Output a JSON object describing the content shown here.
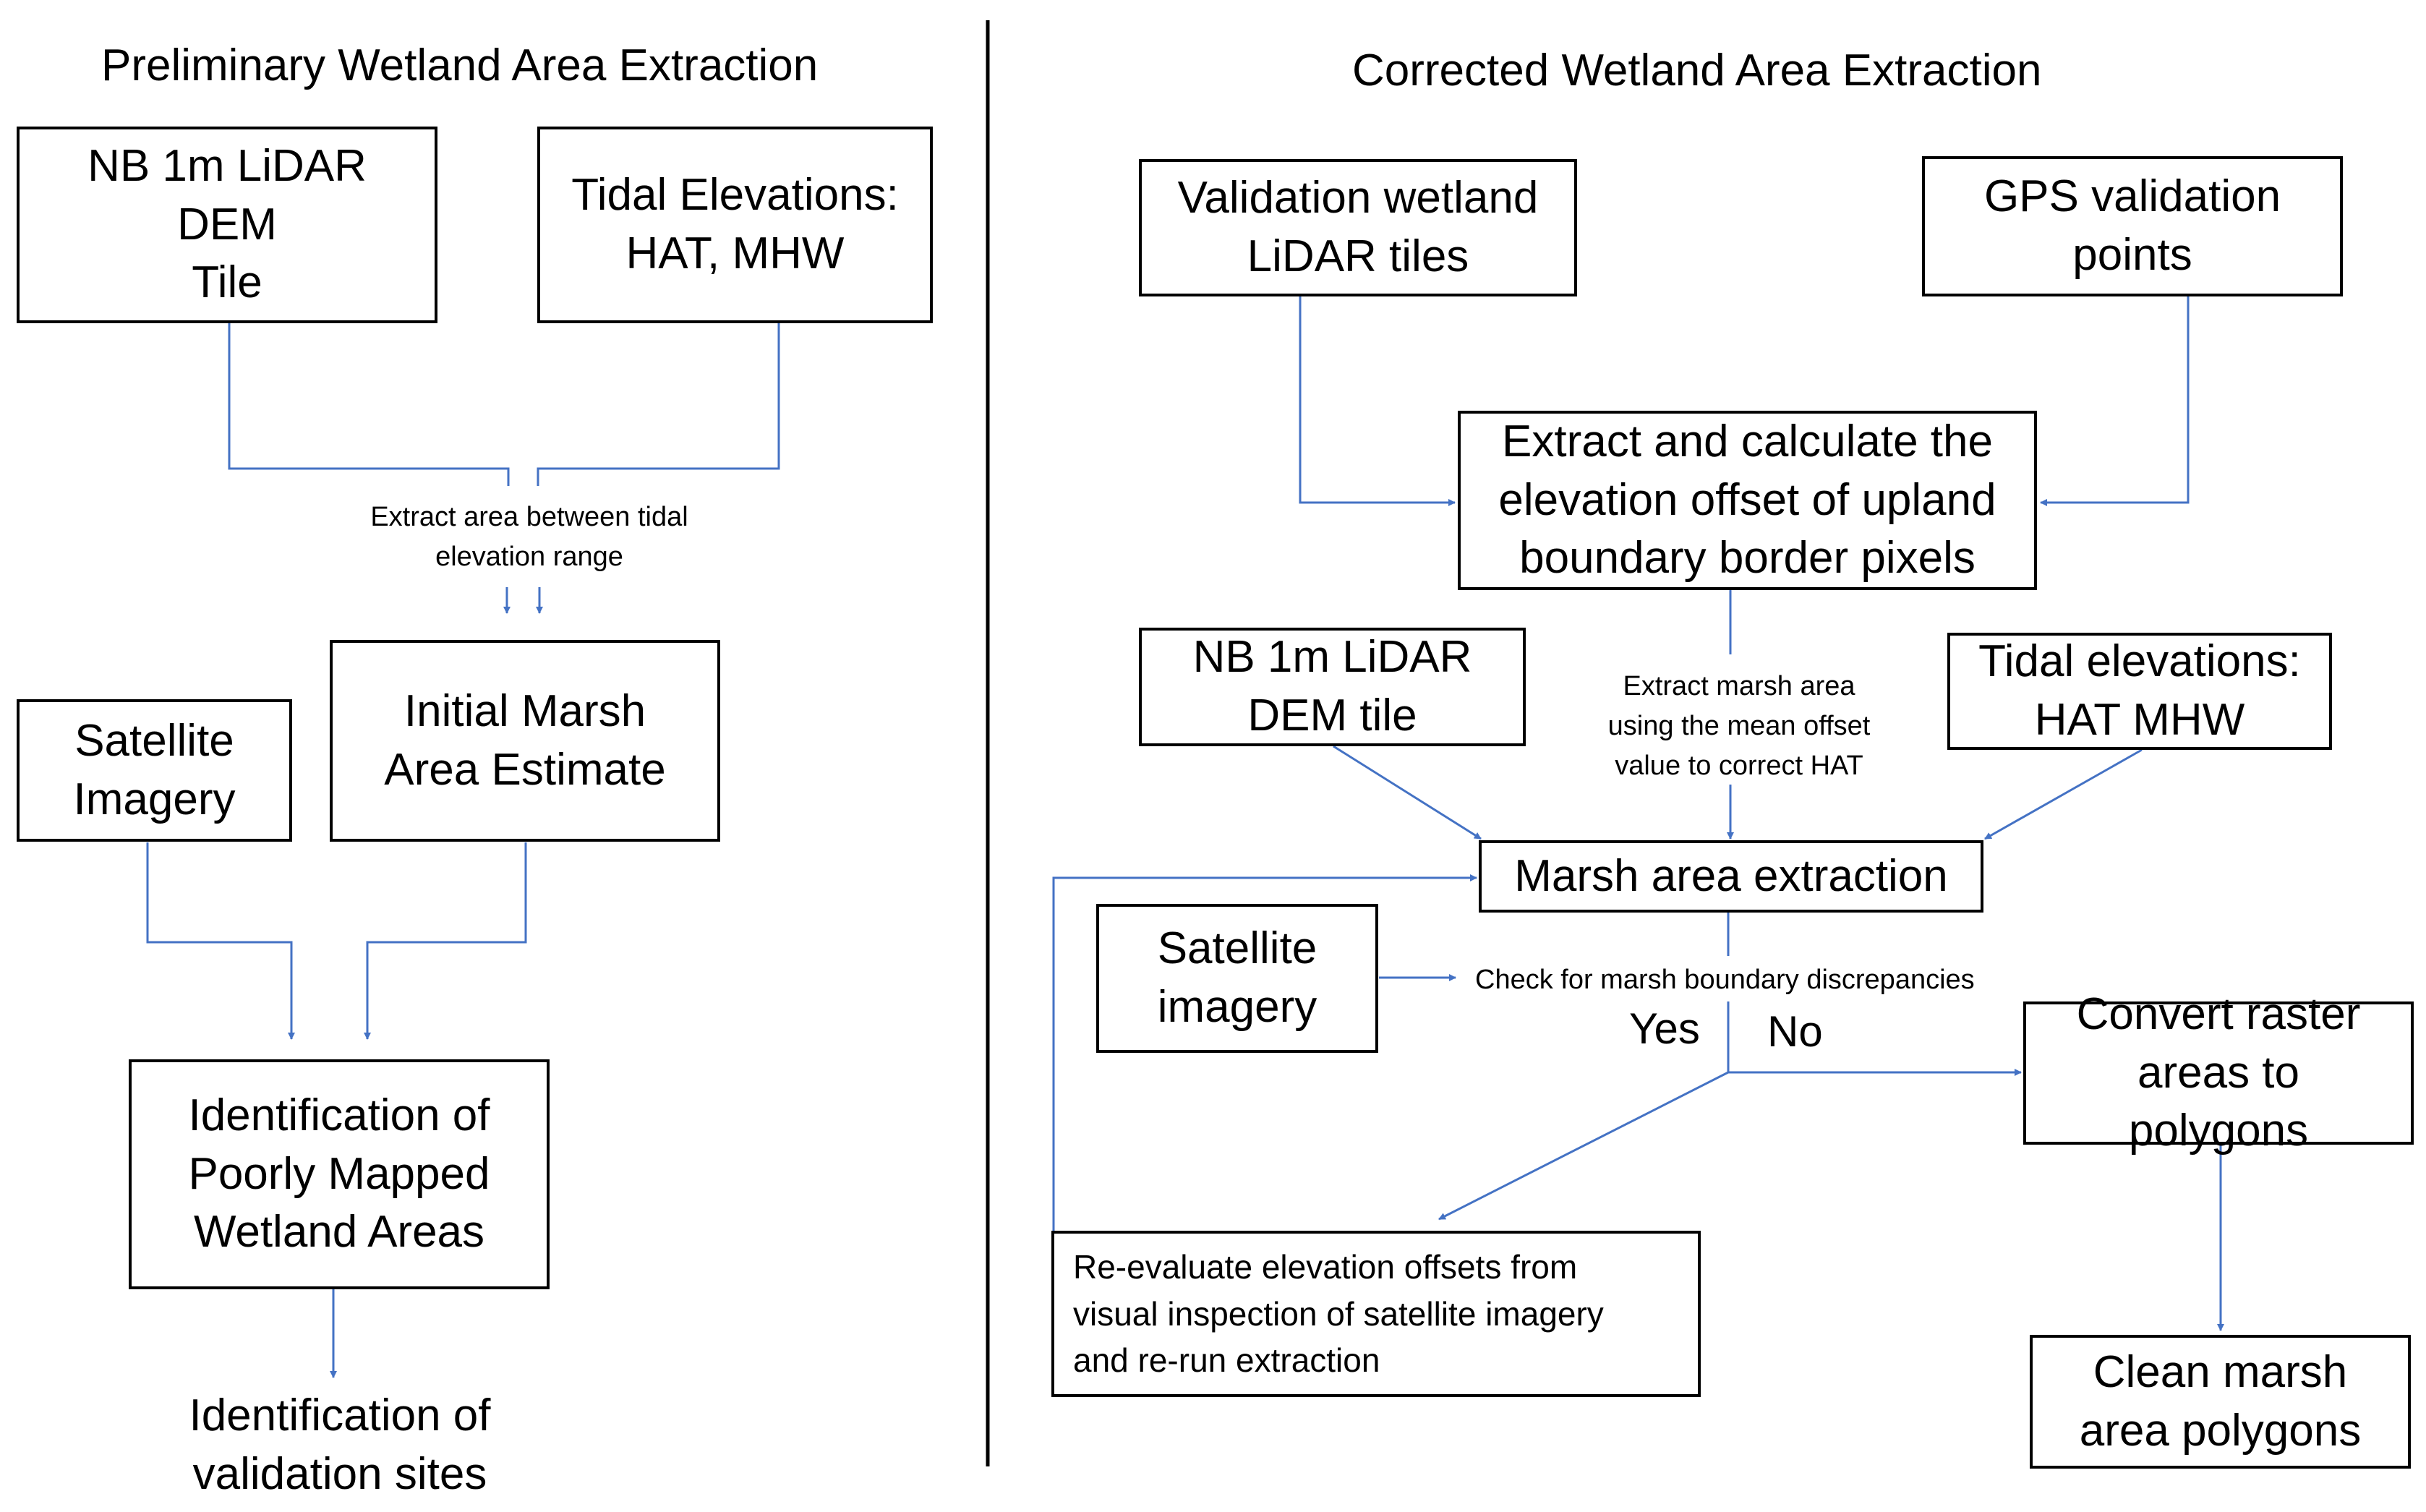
{
  "left_panel": {
    "title": "Preliminary Wetland Area Extraction",
    "dem_tile": "NB 1m LiDAR DEM\nTile",
    "tidal_elevations": "Tidal Elevations:\nHAT, MHW",
    "extract_label": "Extract area between tidal\nelevation range",
    "satellite_imagery": "Satellite\nImagery",
    "initial_estimate": "Initial Marsh\nArea Estimate",
    "poorly_mapped": "Identification of\nPoorly Mapped\nWetland Areas",
    "validation_sites": "Identification of\nvalidation sites"
  },
  "right_panel": {
    "title": "Corrected Wetland Area Extraction",
    "validation_tiles": "Validation wetland\nLiDAR tiles",
    "gps_points": "GPS validation\npoints",
    "extract_offset": "Extract and calculate the\nelevation offset of upland\nboundary border pixels",
    "dem_tile": "NB 1m LiDAR\nDEM tile",
    "offset_label": "Extract marsh area\nusing the mean offset\nvalue to correct HAT",
    "tidal_elevations": "Tidal elevations:\nHAT MHW",
    "marsh_extraction": "Marsh area extraction",
    "satellite_imagery": "Satellite\nimagery",
    "check_label": "Check for marsh boundary discrepancies",
    "yes_label": "Yes",
    "no_label": "No",
    "convert_polygons": "Convert raster\nareas to polygons",
    "reevaluate": "Re-evaluate elevation offsets from\nvisual inspection of satellite imagery\nand re-run extraction",
    "clean_polygons": "Clean marsh\narea polygons"
  },
  "colors": {
    "connector": "#4472C4",
    "box_border": "#000000",
    "divider": "#000000"
  }
}
